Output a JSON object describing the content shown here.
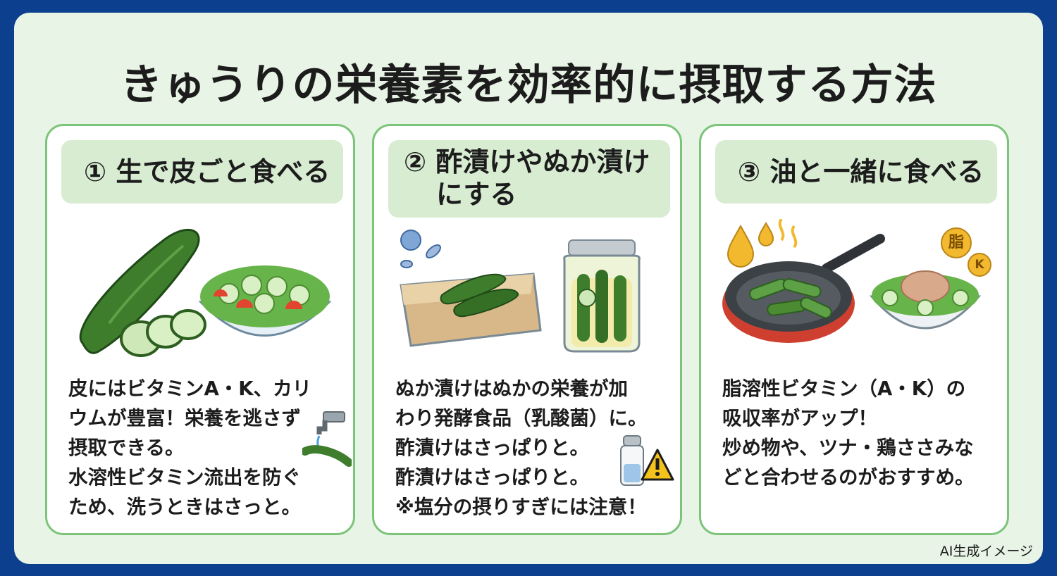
{
  "title": "きゅうりの栄養素を効率的に摂取する方法",
  "cards": [
    {
      "heading_lines": [
        "① 生で皮ごと食べる"
      ],
      "body_lines": [
        "皮にはビタミンA・K、カリ",
        "ウムが豊富！栄養を逃さず",
        "摂取できる。",
        "水溶性ビタミン流出を防ぐ",
        "ため、洗うときはさっと。"
      ],
      "illustration_icons": [
        "cucumber-icon",
        "salad-bowl-icon",
        "water-faucet-icon"
      ]
    },
    {
      "heading_lines": [
        "② 酢漬けやぬか漬け",
        "にする"
      ],
      "body_lines": [
        "ぬか漬けはぬかの栄養が加",
        "わり発酵食品（乳酸菌）に。",
        "酢漬けはさっぱりと。",
        "酢漬けはさっぱりと。",
        "※塩分の摂りすぎには注意！"
      ],
      "illustration_icons": [
        "bacteria-icon",
        "nuka-pickle-container-icon",
        "pickle-jar-icon",
        "salt-shaker-icon",
        "warning-icon"
      ]
    },
    {
      "heading_lines": [
        "③ 油と一緒に食べる"
      ],
      "body_lines": [
        "脂溶性ビタミン（A・K）の",
        "吸収率がアップ！",
        "炒め物や、ツナ・鶏ささみな",
        "どと合わせるのがおすすめ。"
      ],
      "illustration_icons": [
        "oil-drop-icon",
        "frying-pan-icon",
        "tuna-salad-bowl-icon"
      ],
      "badges": [
        "脂",
        "K"
      ]
    }
  ],
  "credit": "AI生成イメージ",
  "colors": {
    "outer_border": "#0d3f8f",
    "background": "#e8f4e5",
    "card_border": "#7cc47a",
    "heading_bg": "#d8ecd2",
    "cucumber": "#3e7d2c",
    "cucumber_light": "#cfe8b8",
    "badge_gold": "#f2b92f"
  }
}
